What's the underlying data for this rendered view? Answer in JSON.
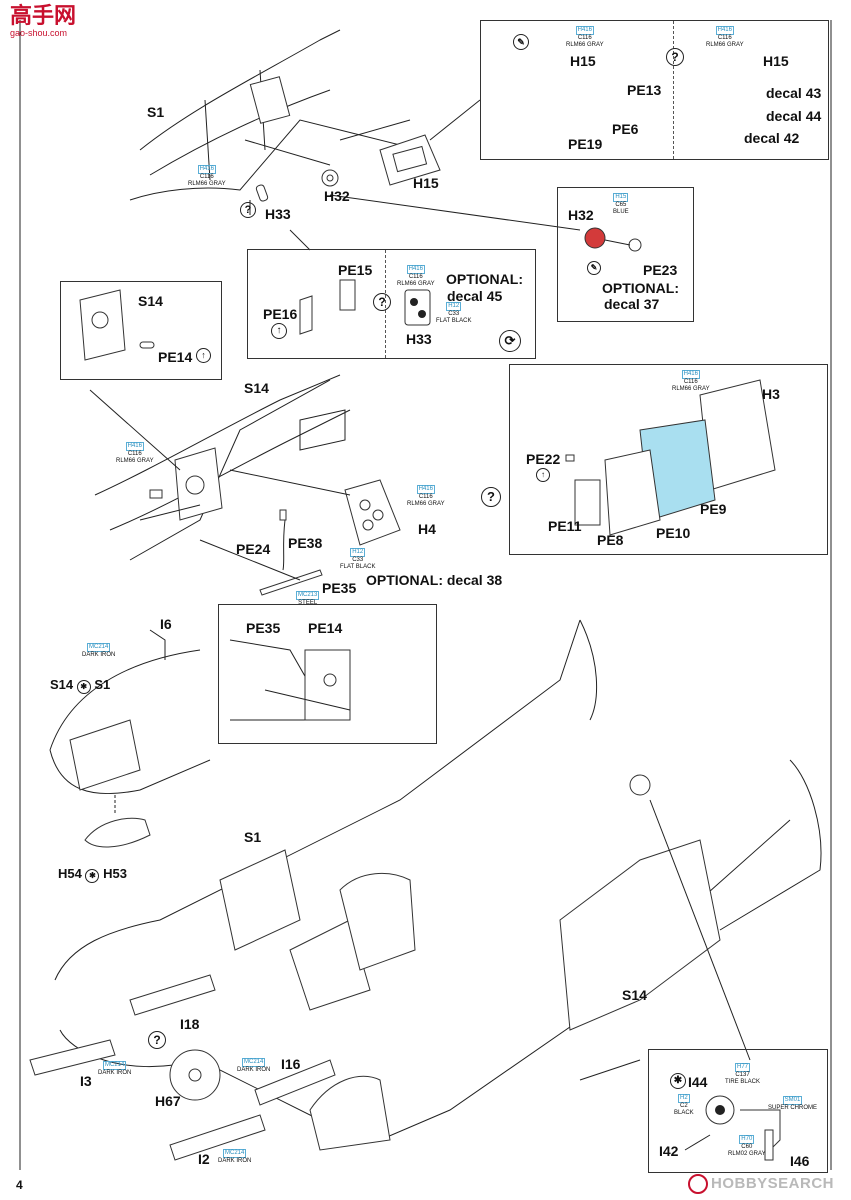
{
  "watermark": {
    "logo": "高手网",
    "url": "gao-shou.com",
    "bottom_logo": "HOBBYSEARCH"
  },
  "page_number": "4",
  "step1": {
    "s1": "S1",
    "h32": "H32",
    "h33": "H33",
    "h15": "H15",
    "h33_paint": {
      "code": "H416",
      "c": "C116",
      "name": "RLM66 GRAY"
    },
    "inset_a": {
      "code": "H416",
      "c": "C116",
      "name": "RLM66 GRAY",
      "h15": "H15",
      "pe13": "PE13",
      "pe6": "PE6",
      "pe19": "PE19"
    },
    "inset_b": {
      "code": "H416",
      "c": "C116",
      "name": "RLM66 GRAY",
      "h15": "H15",
      "decal43": "decal 43",
      "decal44": "decal 44",
      "decal42": "decal 42"
    },
    "inset_c": {
      "h32": "H32",
      "code": "H15",
      "c": "C65",
      "name": "BLUE",
      "pe23": "PE23",
      "optional": "OPTIONAL:",
      "decal": "decal 37"
    },
    "inset_d": {
      "pe15": "PE15",
      "pe16": "PE16",
      "h33": "H33",
      "code1": "H416",
      "c1": "C116",
      "name1": "RLM66 GRAY",
      "code2": "H12",
      "c2": "C33",
      "name2": "FLAT BLACK",
      "optional": "OPTIONAL:",
      "decal": "decal 45"
    }
  },
  "step2": {
    "s14": "S14",
    "pe14": "PE14",
    "h4": "H4",
    "pe24": "PE24",
    "pe38": "PE38",
    "pe35": "PE35",
    "paint_left": {
      "code": "H416",
      "c": "C116",
      "name": "RLM66 GRAY"
    },
    "paint_h4": {
      "code": "H416",
      "c": "C116",
      "name": "RLM66 GRAY"
    },
    "paint_h4b": {
      "code": "H12",
      "c": "C33",
      "name": "FLAT BLACK"
    },
    "paint_pe35": {
      "code": "MC213",
      "name": "STEEL"
    },
    "optional_decal": "OPTIONAL: decal 38",
    "inset_left": {
      "s14": "S14",
      "pe14": "PE14"
    },
    "inset_right": {
      "h3": "H3",
      "pe22": "PE22",
      "pe11": "PE11",
      "pe8": "PE8",
      "pe10": "PE10",
      "pe9": "PE9",
      "code": "H416",
      "c": "C116",
      "name": "RLM66 GRAY"
    }
  },
  "step3": {
    "i6": "I6",
    "s14_s1": [
      "S14",
      "S1"
    ],
    "h54_h53": [
      "H54",
      "H53"
    ],
    "paint_i6": {
      "code": "MC214",
      "name": "DARK IRON"
    },
    "detail": {
      "pe35": "PE35",
      "pe14": "PE14"
    },
    "s1": "S1",
    "s14": "S14",
    "i18": "I18",
    "i3": "I3",
    "h67": "H67",
    "i16": "I16",
    "i2": "I2",
    "paint_i3": {
      "code": "MC214",
      "name": "DARK IRON"
    },
    "paint_i16": {
      "code": "MC214",
      "name": "DARK IRON"
    },
    "paint_i2": {
      "code": "MC214",
      "name": "DARK IRON"
    },
    "wheel_inset": {
      "i44": "I44",
      "i42": "I42",
      "i46": "I46",
      "tire": {
        "code": "H77",
        "c": "C137",
        "name": "TIRE BLACK"
      },
      "hub": {
        "code": "H2",
        "c": "C2",
        "name": "BLACK"
      },
      "chrome": {
        "code": "SM01",
        "name": "SUPER CHROME"
      },
      "strut": {
        "code": "H70",
        "c": "C60",
        "name": "RLM02 GRAY"
      }
    }
  }
}
